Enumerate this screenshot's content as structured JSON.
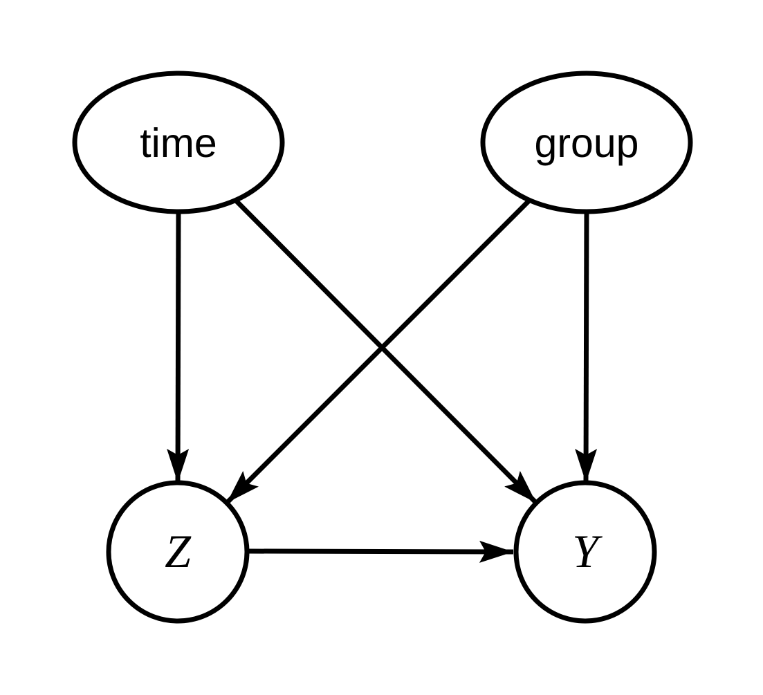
{
  "diagram": {
    "kind": "directed-acyclic-graph",
    "background_color": "#ffffff",
    "line_color": "#000000",
    "nodes": [
      {
        "id": "time",
        "label": "time",
        "shape": "ellipse"
      },
      {
        "id": "group",
        "label": "group",
        "shape": "ellipse"
      },
      {
        "id": "Z",
        "label": "Z",
        "shape": "circle"
      },
      {
        "id": "Y",
        "label": "Y",
        "shape": "circle"
      }
    ],
    "edges": [
      {
        "from": "time",
        "to": "Z"
      },
      {
        "from": "time",
        "to": "Y"
      },
      {
        "from": "group",
        "to": "Z"
      },
      {
        "from": "group",
        "to": "Y"
      },
      {
        "from": "Z",
        "to": "Y"
      }
    ]
  }
}
